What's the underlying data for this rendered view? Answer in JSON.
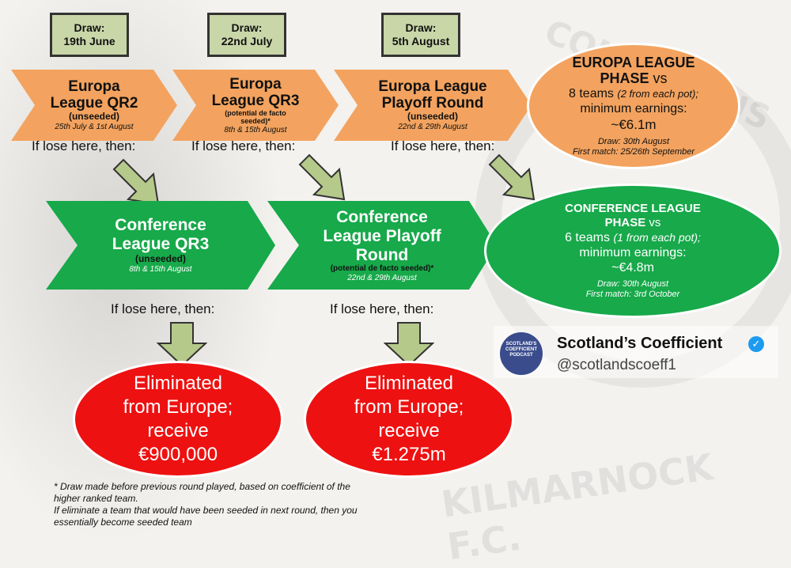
{
  "draws": [
    {
      "line1": "Draw:",
      "line2": "19th June"
    },
    {
      "line1": "Draw:",
      "line2": "22nd July"
    },
    {
      "line1": "Draw:",
      "line2": "5th August"
    }
  ],
  "europa_stages": [
    {
      "title": "Europa League QR2",
      "sub": "(unseeded)",
      "dates": "25th July & 1st August"
    },
    {
      "title": "Europa League QR3",
      "sub": "(potential de facto seeded)*",
      "dates": "8th & 15th August"
    },
    {
      "title": "Europa League Playoff Round",
      "sub": "(unseeded)",
      "dates": "22nd & 29th August"
    }
  ],
  "if_lose_label": "If lose here, then:",
  "europa_phase": {
    "title": "EUROPA LEAGUE PHASE",
    "vs": "vs",
    "teams": "8 teams",
    "teams_note": "(2 from each pot);",
    "earn_label": "minimum earnings:",
    "earn": "~€6.1m",
    "draw": "Draw: 30th August",
    "first_match": "First match: 25/26th September"
  },
  "conference_stages": [
    {
      "title": "Conference League QR3",
      "sub": "(unseeded)",
      "dates": "8th & 15th August"
    },
    {
      "title": "Conference League Playoff Round",
      "sub": "(potential de facto seeded)*",
      "dates": "22nd & 29th August"
    }
  ],
  "conference_phase": {
    "title": "CONFERENCE LEAGUE PHASE",
    "vs": "vs",
    "teams": "6 teams",
    "teams_note": "(1 from each pot);",
    "earn_label": "minimum earnings:",
    "earn": "~€4.8m",
    "draw": "Draw: 30th August",
    "first_match": "First match: 3rd October"
  },
  "eliminated": [
    {
      "line1": "Eliminated",
      "line2": "from Europe;",
      "line3": "receive",
      "amount": "€900,000"
    },
    {
      "line1": "Eliminated",
      "line2": "from Europe;",
      "line3": "receive",
      "amount": "€1.275m"
    }
  ],
  "footnote": {
    "line1": "* Draw made before previous round played, based on coefficient of the higher ranked team.",
    "line2": "If eliminate a team that would have been seeded in next round, then you essentially become seeded team"
  },
  "account": {
    "name": "Scotland’s Coefficient",
    "handle": "@scotlandscoeff1",
    "logo_text": "SCOTLAND'S COEFFICIENT PODCAST"
  },
  "watermark": {
    "top": "CONFIDIMUS",
    "bottom": "KILMARNOCK F.C."
  },
  "colors": {
    "orange": "#f3a35f",
    "green": "#17a94a",
    "red": "#ee1111",
    "draw_box": "#c9d6a8",
    "arrow": "#b5c98a"
  }
}
